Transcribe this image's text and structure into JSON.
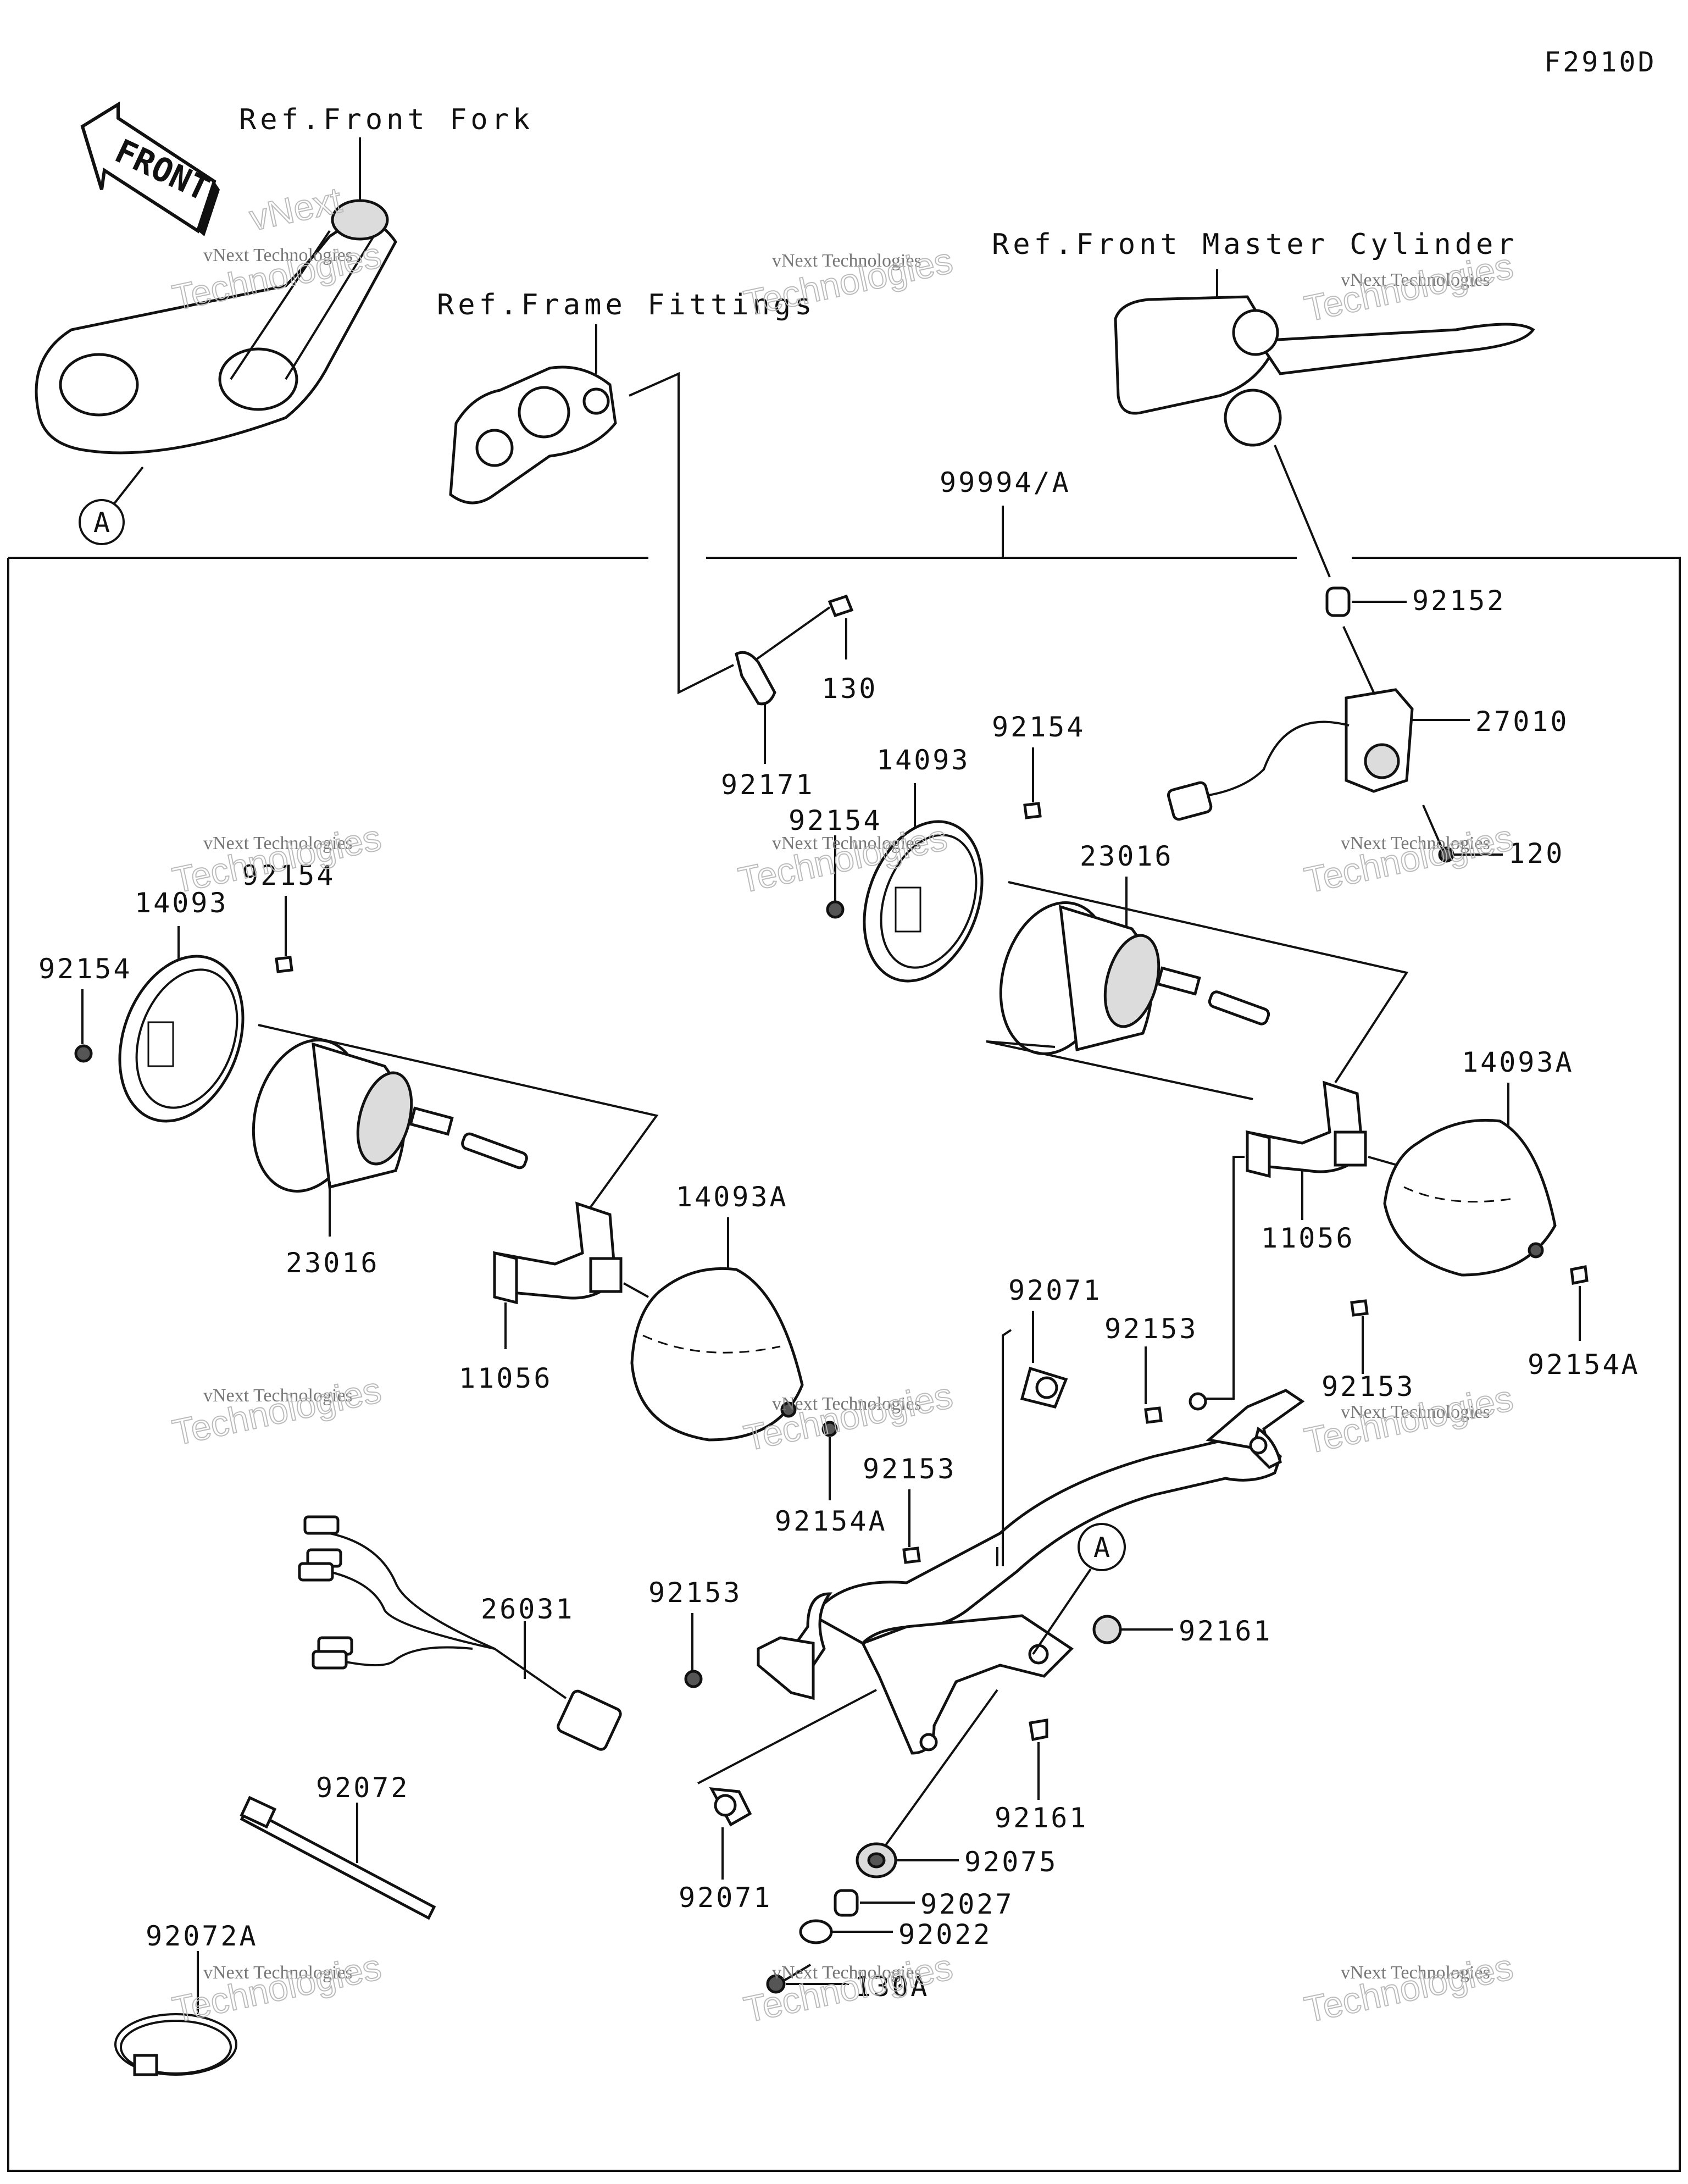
{
  "diagram_code": "F2910D",
  "references": {
    "front_fork": "Ref.Front Fork",
    "frame_fittings": "Ref.Frame Fittings",
    "front_master_cylinder": "Ref.Front Master Cylinder"
  },
  "arrow_label": "FRONT",
  "assembly_label": "99994/A",
  "callout_letter": "A",
  "part_labels": {
    "p130": "130",
    "p92171": "92171",
    "p92152": "92152",
    "p27010": "27010",
    "p120": "120",
    "p14093": "14093",
    "p92154": "92154",
    "p23016": "23016",
    "p14093A": "14093A",
    "p11056": "11056",
    "p92154A": "92154A",
    "p92071": "92071",
    "p92153": "92153",
    "p92161": "92161",
    "p26031": "26031",
    "p92072": "92072",
    "p92072A": "92072A",
    "p92075": "92075",
    "p92027": "92027",
    "p92022": "92022",
    "p130A": "130A"
  },
  "watermark": {
    "line1": "vNext Technologies",
    "line2": "Technologies",
    "line3": "vNext"
  }
}
